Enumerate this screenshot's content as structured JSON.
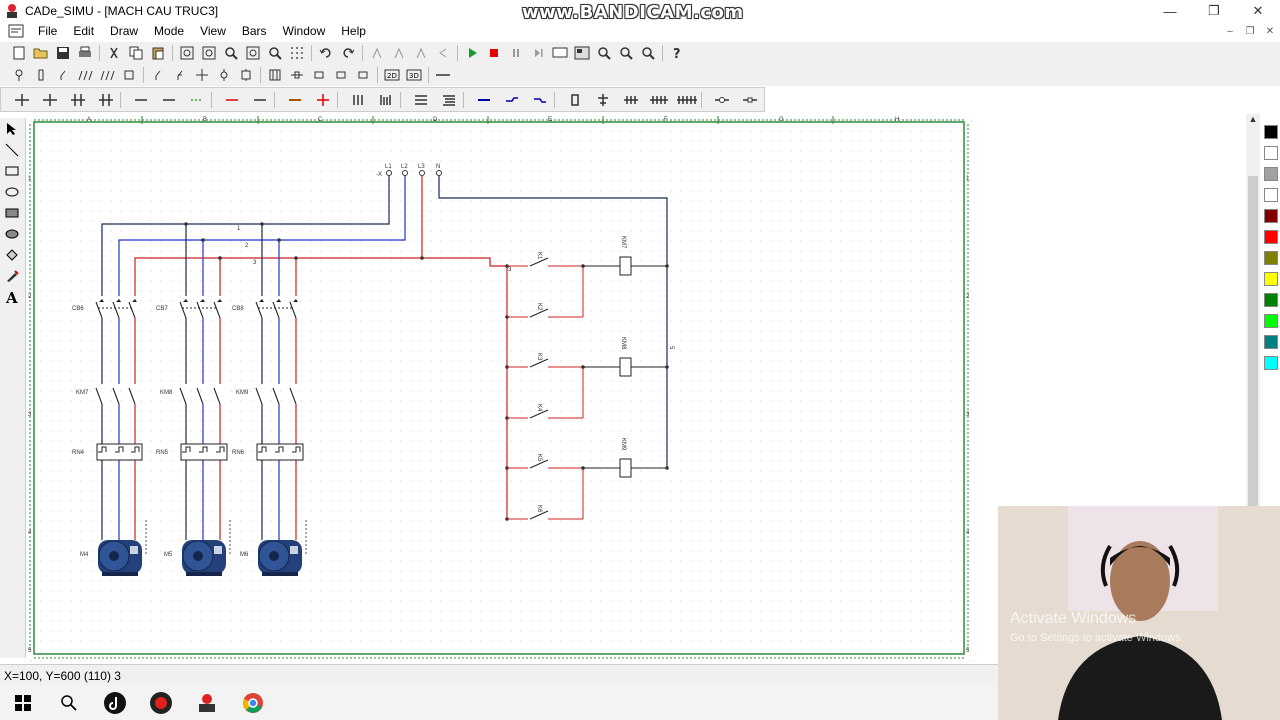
{
  "window": {
    "title": "CADe_SIMU - [MACH CAU TRUC3]",
    "watermark": "www.BANDICAM.com"
  },
  "menu": [
    "File",
    "Edit",
    "Draw",
    "Mode",
    "View",
    "Bars",
    "Window",
    "Help"
  ],
  "status": {
    "coords": "X=100, Y=600 (110) 3"
  },
  "webcam": {
    "activate_line1": "Activate Windows",
    "activate_line2": "Go to Settings to activate Windows."
  },
  "schematic": {
    "column_labels": [
      "A",
      "B",
      "C",
      "D",
      "E",
      "F",
      "G",
      "H"
    ],
    "row_labels": [
      "1",
      "2",
      "3",
      "4",
      "5"
    ],
    "supply_labels": [
      "L1",
      "L2",
      "L3",
      "N"
    ],
    "supply_tag": "-X",
    "line_numbers": [
      "1",
      "2",
      "3"
    ],
    "breakers": [
      "CB6",
      "CB7",
      "CB8"
    ],
    "contactors": [
      "KM7",
      "KM8",
      "KM9"
    ],
    "overloads": [
      "RN4",
      "RN5",
      "RN6"
    ],
    "motors": [
      "M4",
      "M5",
      "M6"
    ],
    "buttons": [
      "K1",
      "K2",
      "K3",
      "K4",
      "K5",
      "K6"
    ],
    "coils": [
      "KM7",
      "KM8",
      "KM9"
    ],
    "control_labels": [
      "3",
      "5"
    ]
  },
  "palette_colors": [
    "#000000",
    "#ffffff",
    "#a0a0a0",
    "#ffffff",
    "#800000",
    "#ff0000",
    "#808000",
    "#ffff00",
    "#008000",
    "#00ff00",
    "#008080",
    "#00ffff"
  ]
}
